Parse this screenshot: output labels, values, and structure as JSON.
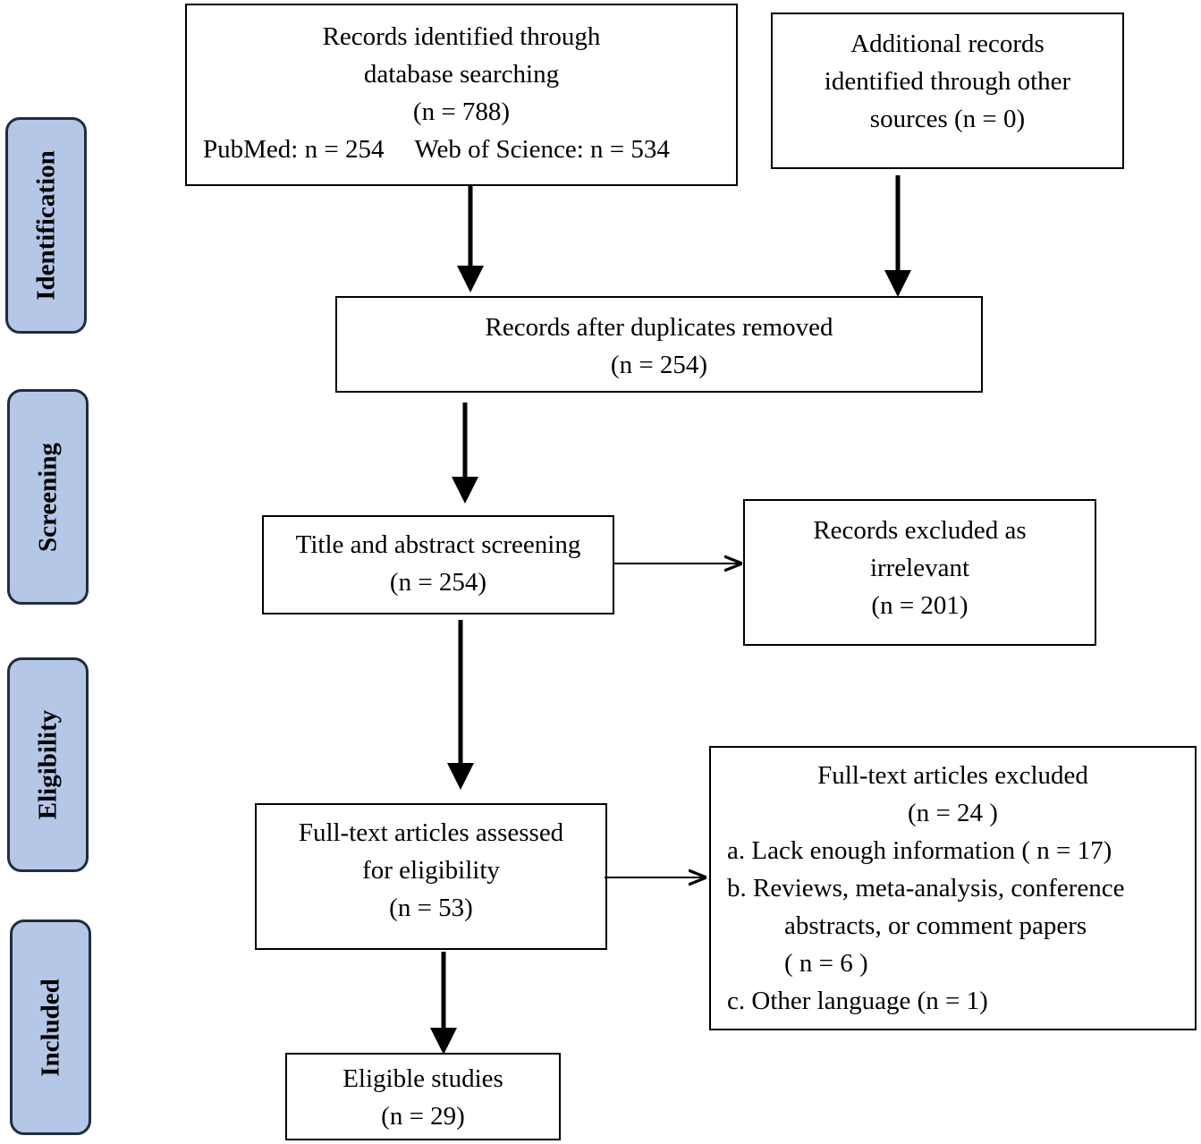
{
  "stages": {
    "identification": "Identification",
    "screening": "Screening",
    "eligibility": "Eligibility",
    "included": "Included"
  },
  "database": {
    "line1": "Records identified through",
    "line2": "database searching",
    "line3": "(n = 788)",
    "pubmed": "PubMed: n = 254",
    "wos": "Web of Science: n = 534"
  },
  "other_sources": {
    "line1": "Additional records",
    "line2": "identified through other",
    "line3": "sources (n = 0)"
  },
  "duplicates": {
    "line1": "Records after duplicates removed",
    "line2": "(n = 254)"
  },
  "screening": {
    "line1": "Title and abstract screening",
    "line2": "(n = 254)"
  },
  "excluded_irrelevant": {
    "line1": "Records excluded as",
    "line2": "irrelevant",
    "line3": "(n = 201)"
  },
  "fulltext": {
    "line1": "Full-text articles assessed",
    "line2": "for eligibility",
    "line3": "(n = 53)"
  },
  "fulltext_excluded": {
    "line1": "Full-text articles excluded",
    "line2": "(n = 24 )",
    "item_a": "a.  Lack enough information ( n = 17)",
    "item_b1": "b.  Reviews, meta-analysis, conference",
    "item_b2": "abstracts, or comment papers",
    "item_b3": "( n = 6 )",
    "item_c": "c. Other language (n = 1)"
  },
  "eligible": {
    "line1": "Eligible studies",
    "line2": "(n = 29)"
  }
}
